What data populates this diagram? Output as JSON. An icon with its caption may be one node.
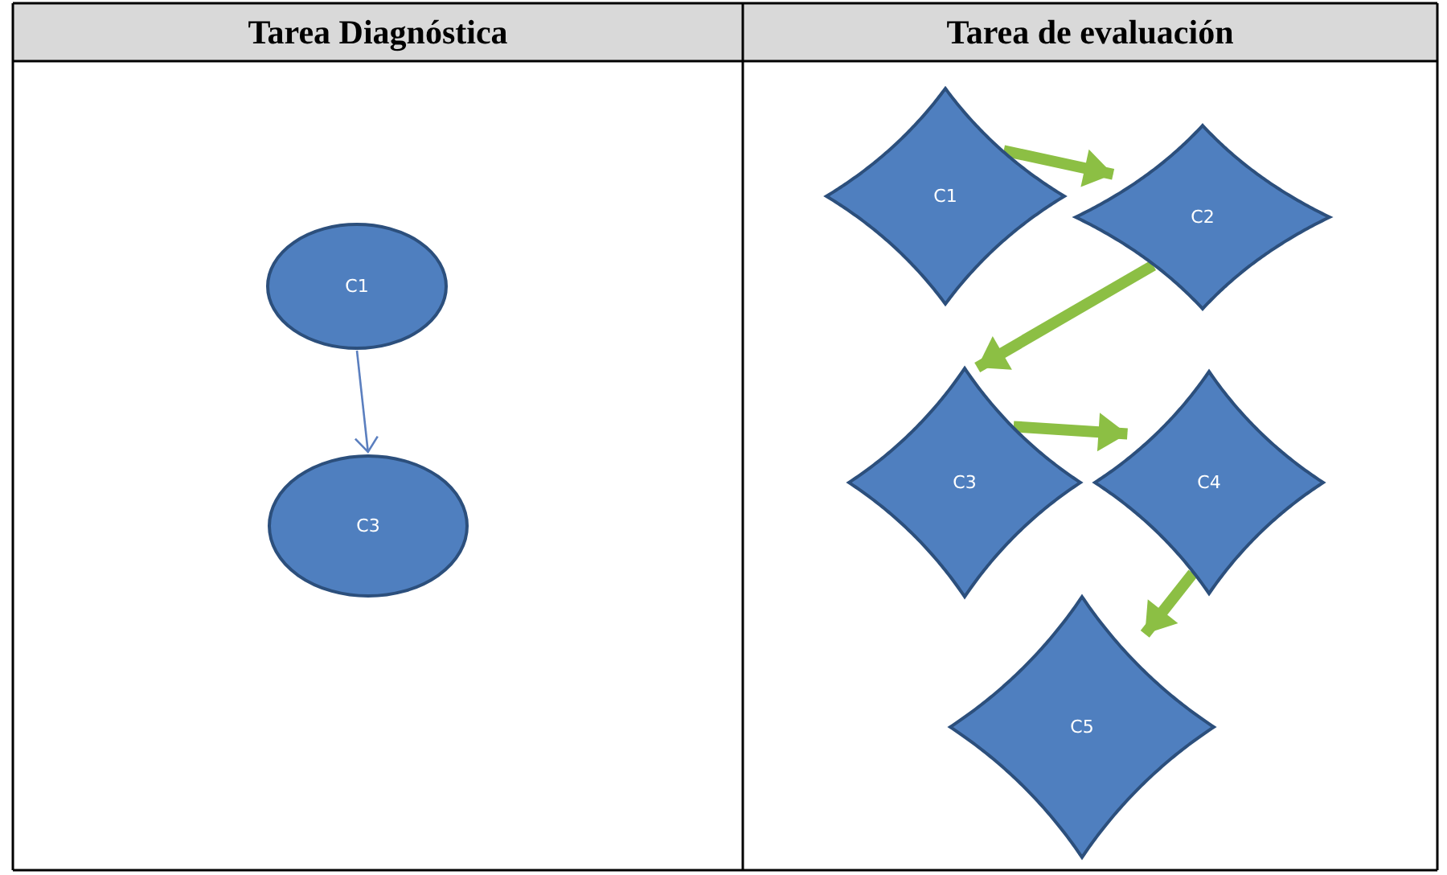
{
  "diagram": {
    "nodes": [
      {
        "text": [
          "C1"
        ]
      },
      {
        "text": [
          "C3"
        ]
      },
      {
        "text": [
          "C1"
        ]
      },
      {
        "text": [
          "C2"
        ]
      },
      {
        "text": [
          "C3"
        ]
      },
      {
        "text": [
          "C4"
        ]
      },
      {
        "text": [
          "C5"
        ]
      }
    ],
    "edges": [
      {
        "from": 0,
        "to": 1,
        "arrow": "to",
        "color": "#5b7fbf"
      },
      {
        "from": 2,
        "to": 3,
        "arrow": "to"
      },
      {
        "from": 3,
        "to": 4,
        "arrow": "to"
      },
      {
        "from": 4,
        "to": 5,
        "arrow": "to"
      },
      {
        "from": 5,
        "to": 6,
        "arrow": "to"
      }
    ],
    "labels": [
      "Tarea Diagnóstica",
      "Tarea de evaluación"
    ]
  }
}
